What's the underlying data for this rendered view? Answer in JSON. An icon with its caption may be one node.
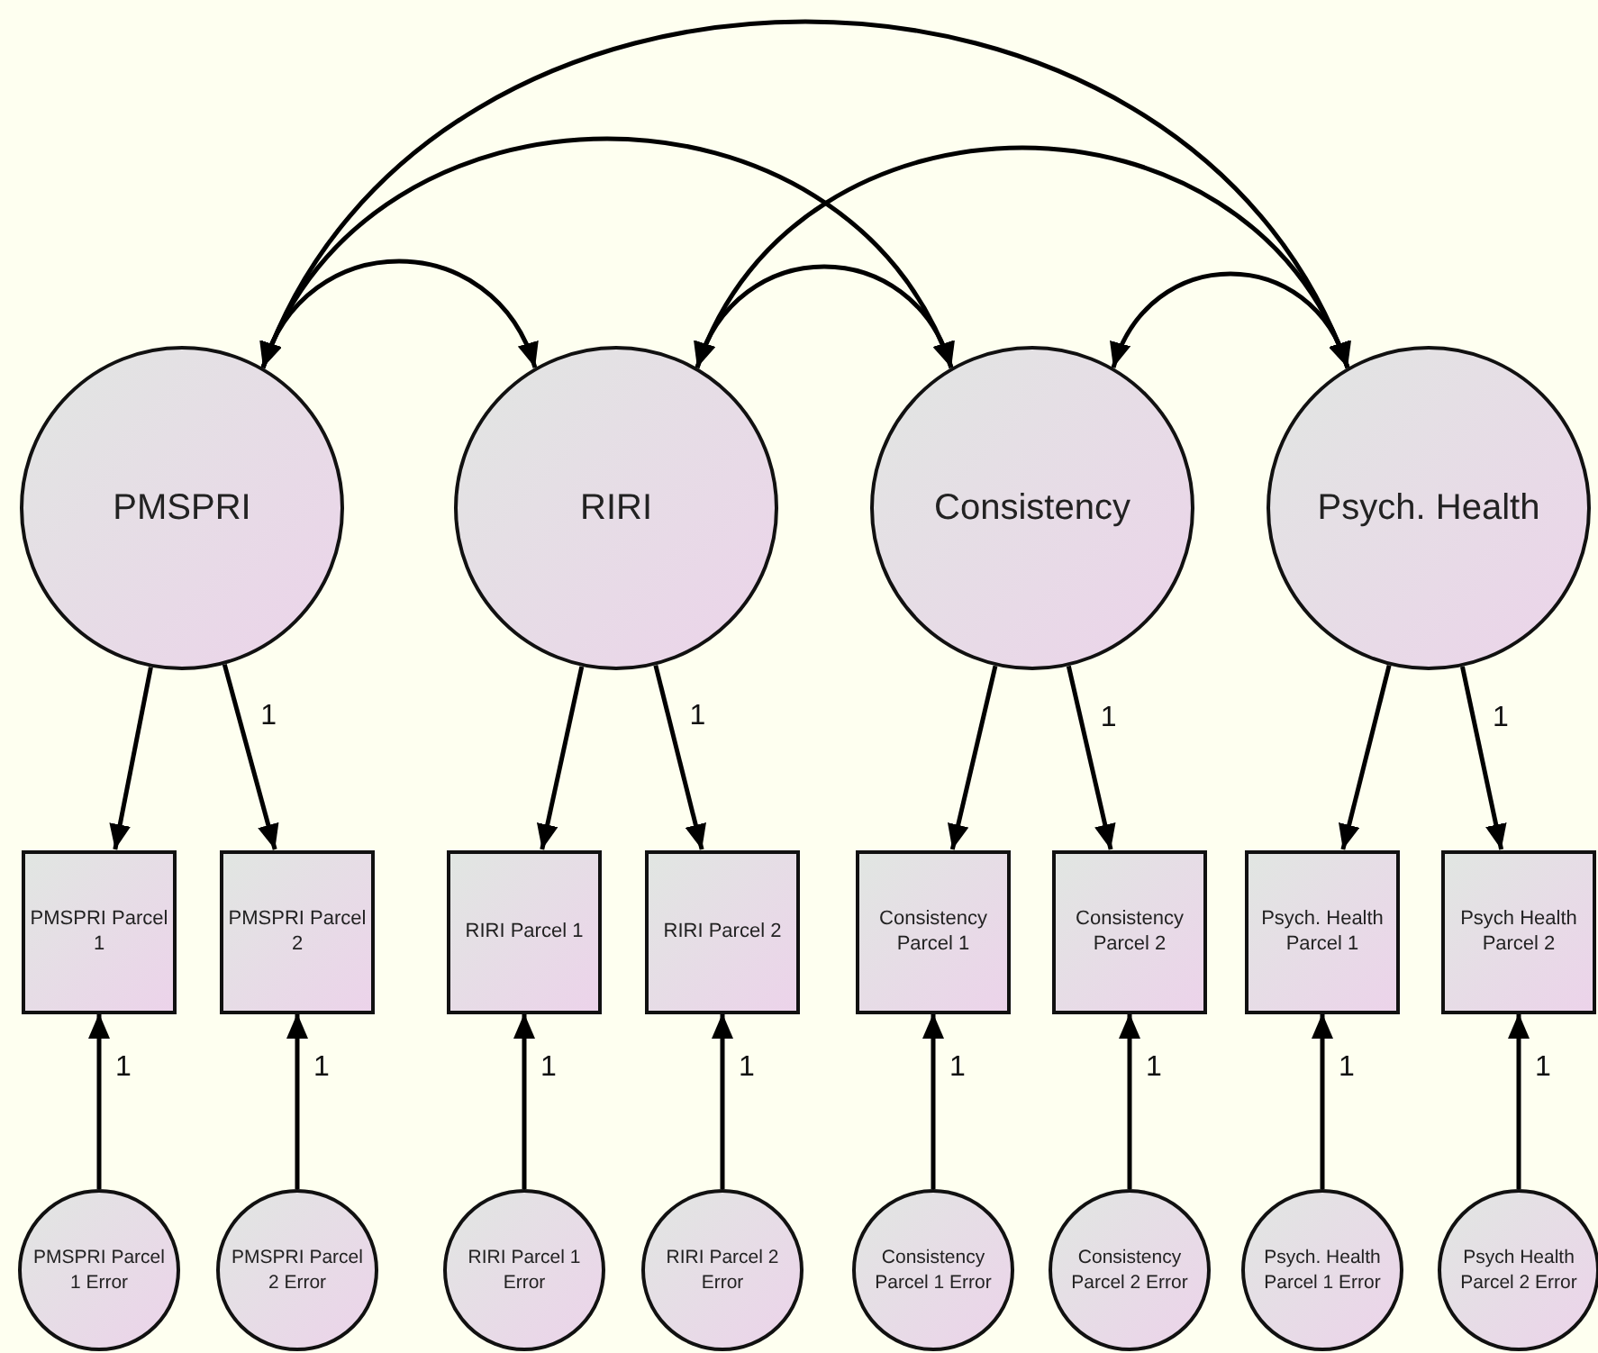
{
  "diagram": {
    "nodes": [
      {
        "text": [
          "PMSPRI"
        ]
      },
      {
        "text": [
          "RIRI"
        ]
      },
      {
        "text": [
          "Consistency"
        ]
      },
      {
        "text": [
          "Psych. Health"
        ]
      },
      {
        "text": [
          "PMSPRI Parcel 1"
        ]
      },
      {
        "text": [
          "PMSPRI Parcel 2"
        ]
      },
      {
        "text": [
          "RIRI Parcel 1"
        ]
      },
      {
        "text": [
          "RIRI Parcel 2"
        ]
      },
      {
        "text": [
          "Consistency Parcel 1"
        ]
      },
      {
        "text": [
          "Consistency Parcel 2"
        ]
      },
      {
        "text": [
          "Psych. Health Parcel 1"
        ]
      },
      {
        "text": [
          "Psych Health Parcel 2"
        ]
      },
      {
        "text": [
          "PMSPRI Parcel 1 Error"
        ]
      },
      {
        "text": [
          "PMSPRI Parcel 2 Error"
        ]
      },
      {
        "text": [
          "RIRI Parcel 1 Error"
        ]
      },
      {
        "text": [
          "RIRI Parcel 2 Error"
        ]
      },
      {
        "text": [
          "Consistency Parcel 1 Error"
        ]
      },
      {
        "text": [
          "Consistency Parcel 2 Error"
        ]
      },
      {
        "text": [
          "Psych. Health Parcel 1 Error"
        ]
      },
      {
        "text": [
          "Psych Health Parcel 2 Error"
        ]
      }
    ],
    "edges": [
      {
        "from": 0,
        "to": 1,
        "arrow": "both"
      },
      {
        "from": 0,
        "to": 2,
        "arrow": "both"
      },
      {
        "from": 0,
        "to": 3,
        "arrow": "both"
      },
      {
        "from": 1,
        "to": 2,
        "arrow": "both"
      },
      {
        "from": 1,
        "to": 3,
        "arrow": "both"
      },
      {
        "from": 2,
        "to": 3,
        "arrow": "both"
      },
      {
        "from": 0,
        "to": 4,
        "arrow": "to"
      },
      {
        "from": 0,
        "to": 5,
        "arrow": "to",
        "label": "1"
      },
      {
        "from": 1,
        "to": 6,
        "arrow": "to"
      },
      {
        "from": 1,
        "to": 7,
        "arrow": "to",
        "label": "1"
      },
      {
        "from": 2,
        "to": 8,
        "arrow": "to"
      },
      {
        "from": 2,
        "to": 9,
        "arrow": "to",
        "label": "1"
      },
      {
        "from": 3,
        "to": 10,
        "arrow": "to"
      },
      {
        "from": 3,
        "to": 11,
        "arrow": "to",
        "label": "1"
      },
      {
        "from": 12,
        "to": 4,
        "arrow": "to",
        "label": "1"
      },
      {
        "from": 13,
        "to": 5,
        "arrow": "to",
        "label": "1"
      },
      {
        "from": 14,
        "to": 6,
        "arrow": "to",
        "label": "1"
      },
      {
        "from": 15,
        "to": 7,
        "arrow": "to",
        "label": "1"
      },
      {
        "from": 16,
        "to": 8,
        "arrow": "to",
        "label": "1"
      },
      {
        "from": 17,
        "to": 9,
        "arrow": "to",
        "label": "1"
      },
      {
        "from": 18,
        "to": 10,
        "arrow": "to",
        "label": "1"
      },
      {
        "from": 19,
        "to": 11,
        "arrow": "to",
        "label": "1"
      }
    ]
  }
}
